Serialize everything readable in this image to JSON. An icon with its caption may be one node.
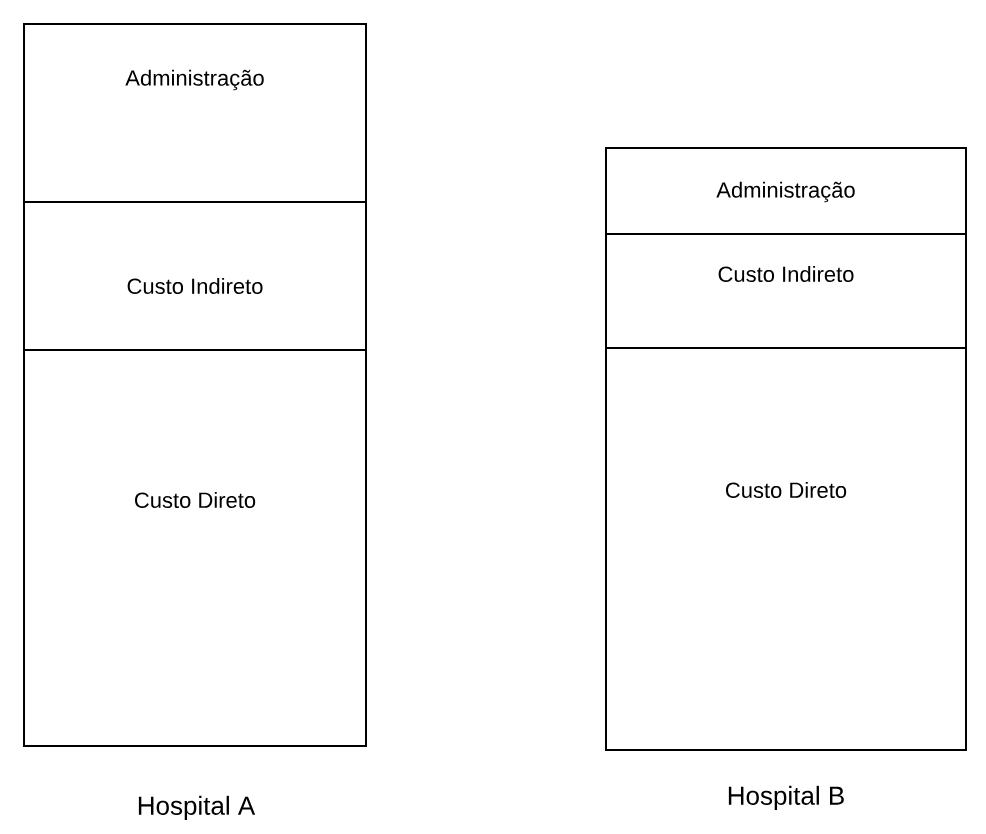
{
  "diagram": {
    "nodes": [
      {
        "text": [
          "Administração"
        ]
      },
      {
        "text": [
          "Custo Indireto"
        ]
      },
      {
        "text": [
          "Custo Direto"
        ]
      },
      {
        "text": [
          "Administração"
        ]
      },
      {
        "text": [
          "Custo Indireto"
        ]
      },
      {
        "text": [
          "Custo Direto"
        ]
      }
    ],
    "labels": [
      "Hospital A",
      "Hospital B"
    ]
  }
}
